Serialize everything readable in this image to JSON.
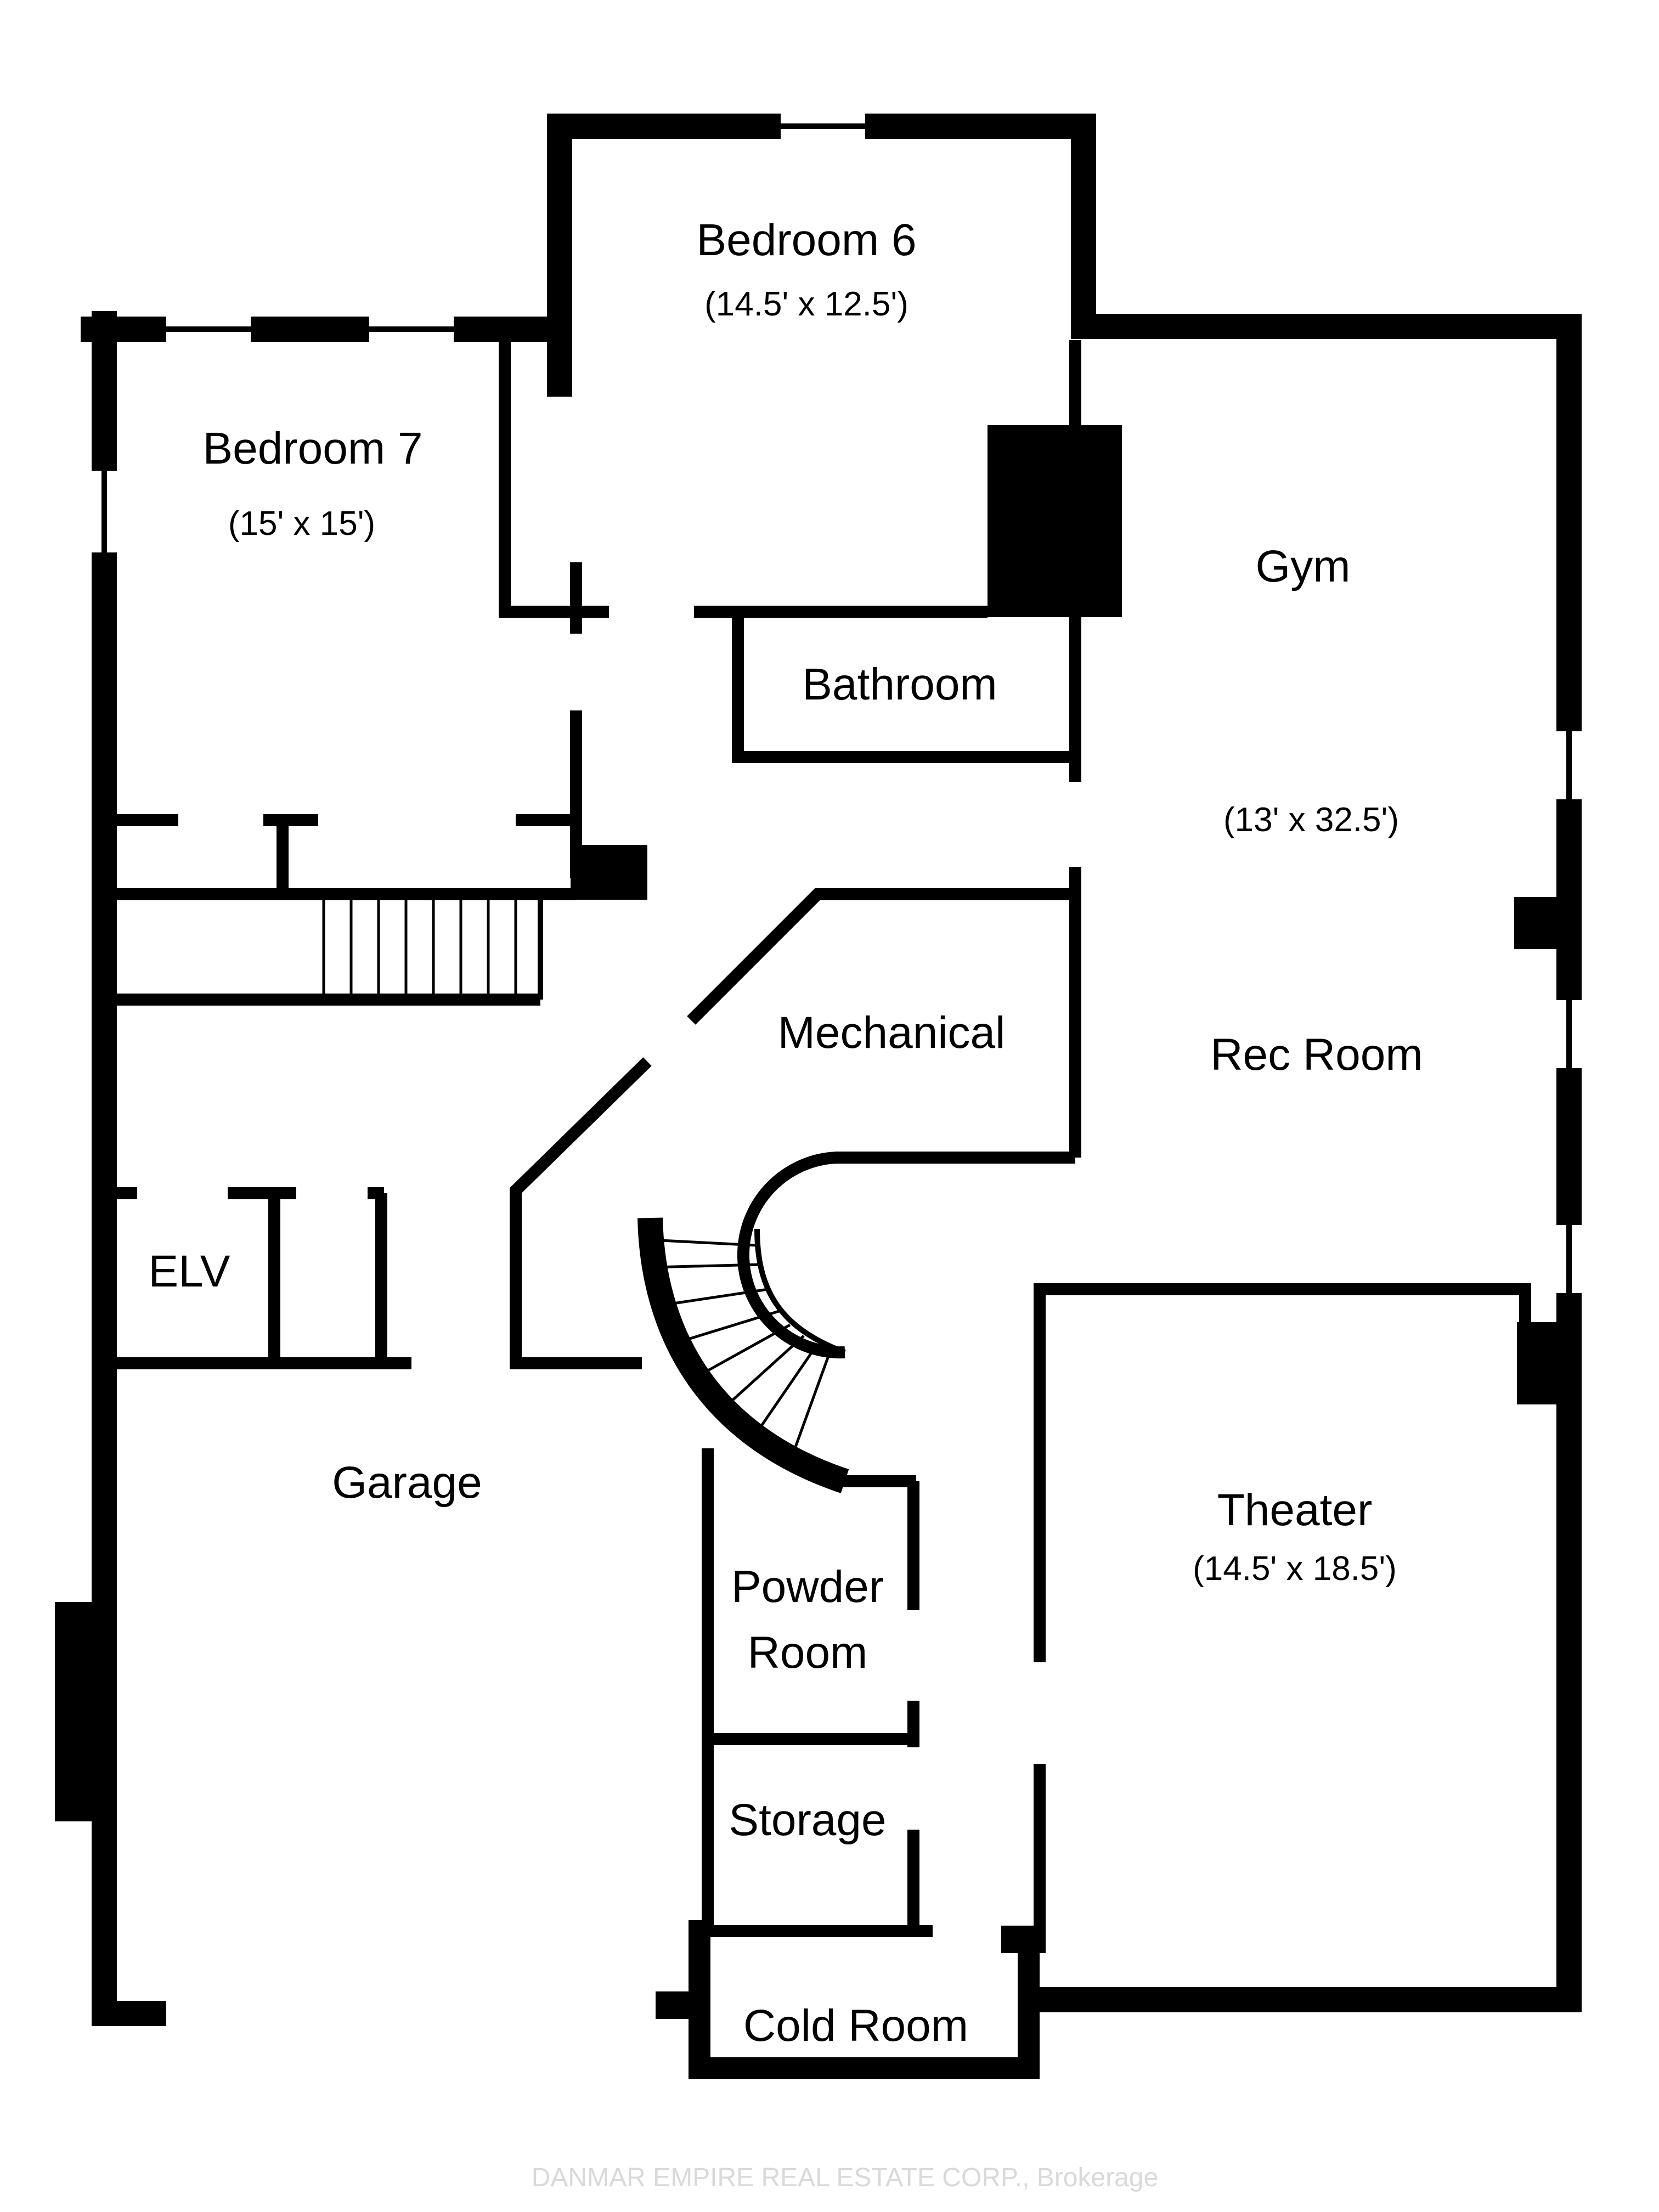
{
  "rooms": {
    "bedroom_6": {
      "name": "Bedroom 6",
      "dimensions": "(14.5' x 12.5')"
    },
    "bedroom_7": {
      "name": "Bedroom 7",
      "dimensions": "(15' x 15')"
    },
    "gym": {
      "name": "Gym"
    },
    "rec_room": {
      "name": "Rec Room",
      "dimensions": "(13' x 32.5')"
    },
    "bathroom": {
      "name": "Bathroom"
    },
    "mechanical": {
      "name": "Mechanical"
    },
    "elv": {
      "name": "ELV"
    },
    "garage": {
      "name": "Garage"
    },
    "theater": {
      "name": "Theater",
      "dimensions": "(14.5' x 18.5')"
    },
    "powder_room": {
      "name_line1": "Powder",
      "name_line2": "Room"
    },
    "storage": {
      "name": "Storage"
    },
    "cold_room": {
      "name": "Cold Room"
    }
  },
  "watermark": "DANMAR EMPIRE REAL ESTATE CORP., Brokerage",
  "colors": {
    "wall": "#000000",
    "background": "#ffffff",
    "watermark": "#d9d9d9"
  }
}
